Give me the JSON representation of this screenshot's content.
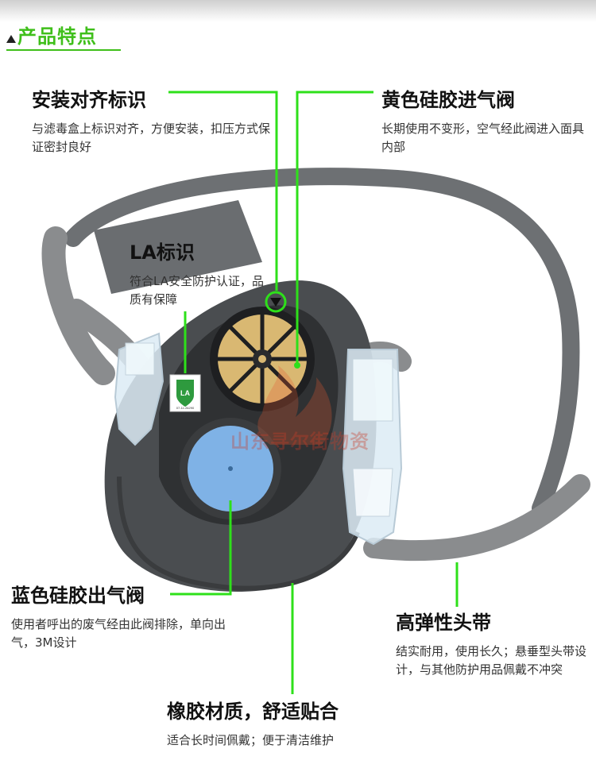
{
  "section": {
    "title": "产品特点"
  },
  "callouts": {
    "alignment": {
      "title": "安装对齐标识",
      "desc": "与滤毒盒上标识对齐，方便安装，扣压方式保证密封良好"
    },
    "inhale": {
      "title": "黄色硅胶进气阀",
      "desc": "长期使用不变形，空气经此阀进入面具内部"
    },
    "la_mark": {
      "title": "LA标识",
      "desc": "符合LA安全防护认证，品质有保障"
    },
    "exhale": {
      "title": "蓝色硅胶出气阀",
      "desc": "使用者呼出的废气经由此阀排除，单向出气，3M设计"
    },
    "headband": {
      "title": "高弹性头带",
      "desc": "结实耐用，使用长久；悬垂型头带设计，与其他防护用品佩戴不冲突"
    },
    "rubber": {
      "title": "橡胶材质，舒适贴合",
      "desc": "适合长时间佩戴；便于清洁维护"
    }
  },
  "watermark": "山东寻尔街物资",
  "la_badge": {
    "text": "LA",
    "code": "07-11-26290"
  },
  "colors": {
    "accent": "#3fbf1a",
    "leader": "#2ee01a",
    "mask": "#4a4d50",
    "band": "#8a8c8e",
    "inhale_valve": "#d9b872",
    "exhale_valve": "#7fb2e6"
  }
}
